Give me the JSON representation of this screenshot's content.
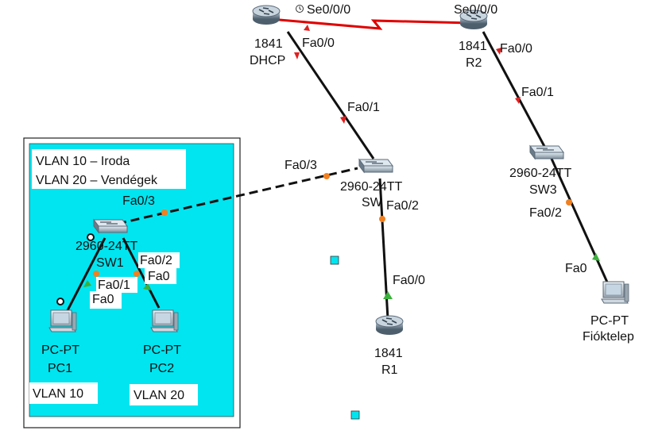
{
  "colors": {
    "vlan_area": "#00e5f0",
    "serial_link": "#e00000",
    "ethernet_link": "#111111",
    "port_down": "#e02020",
    "port_up": "#3cb03c",
    "port_amber": "#f08020"
  },
  "legend": {
    "line1": "VLAN 10 – Iroda",
    "line2": "VLAN 20 – Vendégek",
    "vlan10": "VLAN 10",
    "vlan20": "VLAN 20"
  },
  "devices": {
    "dhcp_router": {
      "model": "1841",
      "name": "DHCP",
      "icon": "router-icon"
    },
    "r2": {
      "model": "1841",
      "name": "R2",
      "icon": "router-icon"
    },
    "r1": {
      "model": "1841",
      "name": "R1",
      "icon": "router-icon"
    },
    "sw": {
      "model": "2960-24TT",
      "name": "SW",
      "icon": "switch-icon"
    },
    "sw1": {
      "model": "2960-24TT",
      "name": "SW1",
      "icon": "switch-icon"
    },
    "sw3": {
      "model": "2960-24TT",
      "name": "SW3",
      "icon": "switch-icon"
    },
    "pc1": {
      "model": "PC-PT",
      "name": "PC1",
      "icon": "pc-icon"
    },
    "pc2": {
      "model": "PC-PT",
      "name": "PC2",
      "icon": "pc-icon"
    },
    "fioktelep": {
      "model": "PC-PT",
      "name": "Fióktelep",
      "icon": "pc-icon"
    }
  },
  "ports": {
    "dhcp_se": "Se0/0/0",
    "r2_se": "Se0/0/0",
    "dhcp_fa": "Fa0/0",
    "r2_fa": "Fa0/0",
    "sw_fa01": "Fa0/1",
    "sw3_fa01": "Fa0/1",
    "sw_fa03": "Fa0/3",
    "sw1_fa03": "Fa0/3",
    "sw_fa02": "Fa0/2",
    "r1_fa00": "Fa0/0",
    "sw3_fa02": "Fa0/2",
    "fiok_fa0": "Fa0",
    "sw1_fa02": "Fa0/2",
    "pc2_fa0": "Fa0",
    "sw1_fa01": "Fa0/1",
    "pc1_fa0": "Fa0"
  }
}
